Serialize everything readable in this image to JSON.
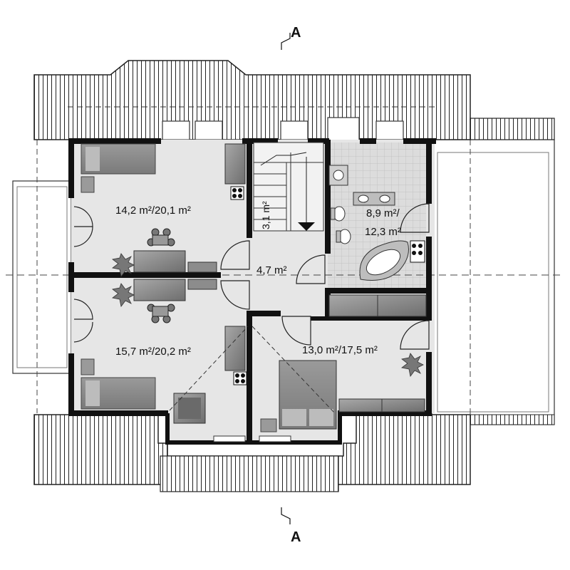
{
  "section_marks": {
    "top": "A",
    "bottom": "A"
  },
  "rooms": {
    "bedroom_top": {
      "area": "14,2 m²/20,1 m²"
    },
    "bedroom_bottom": {
      "area": "15,7 m²/20,2 m²"
    },
    "bedroom_right": {
      "area": "13,0 m²/17,5 m²"
    },
    "hall": {
      "area": "4,7 m²"
    },
    "stairs": {
      "area": "3,1 m²"
    },
    "bathroom": {
      "area_line1": "8,9 m²/",
      "area_line2": "12,3 m²"
    }
  },
  "colors": {
    "wall": "#111111",
    "floor": "#e6e6e6",
    "furniture": "#8a8a8a",
    "roof": "#ffffff",
    "tile": "#dcdcdc"
  }
}
